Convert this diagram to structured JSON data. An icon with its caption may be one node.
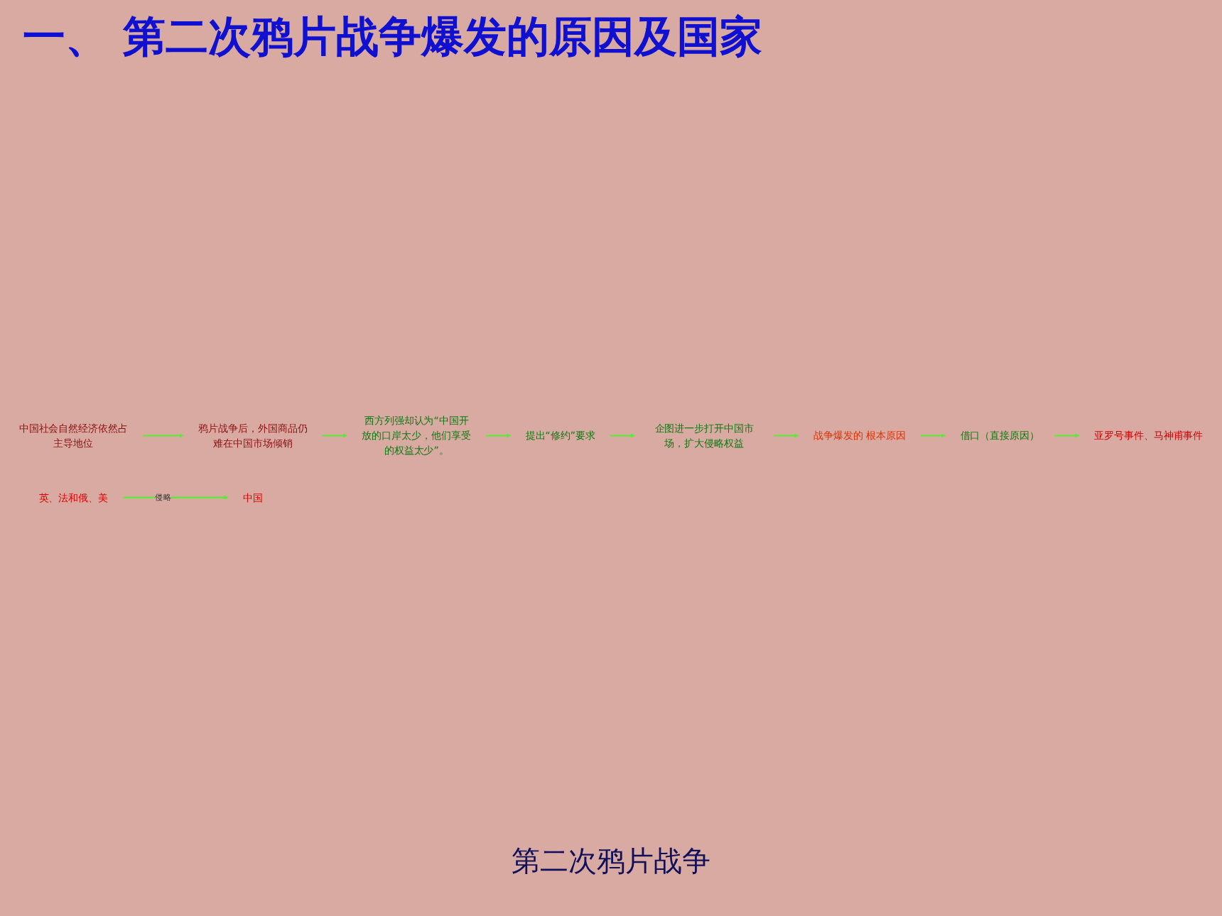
{
  "diagram": {
    "title": "一、 第二次鸦片战争爆发的原因及国家",
    "nodes": [
      {
        "text": [
          "鸦片战争后，外国商品仍难在中国市场倾销"
        ]
      },
      {
        "text": [
          "西方列强却认为“中国开放的口岸太少，他们享受的权益太少”。"
        ]
      },
      {
        "text": [
          "提出“修约”要求"
        ]
      },
      {
        "text": [
          "中国社会自然经济依然占主导地位"
        ]
      },
      {
        "text": [
          "企图进一步打开中国市场，扩大侵略权益"
        ]
      },
      {
        "text": [
          "战争爆发的 根本原因"
        ]
      },
      {
        "text": [
          "借口（直接原因）"
        ]
      },
      {
        "text": [
          "亚罗号事件、马神甫事件"
        ]
      },
      {
        "text": [
          "英、法和俄、美"
        ]
      },
      {
        "text": [
          "中国"
        ]
      }
    ],
    "edges": [
      {
        "from": 0,
        "to": 1,
        "arrow": "to"
      },
      {
        "from": 3,
        "to": 0,
        "arrow": "to"
      },
      {
        "from": 1,
        "to": 2,
        "arrow": "to"
      },
      {
        "from": 2,
        "to": 4,
        "arrow": "to"
      },
      {
        "from": 4,
        "to": 5,
        "arrow": "to"
      },
      {
        "from": 5,
        "to": 6,
        "arrow": "to"
      },
      {
        "from": 6,
        "to": 7,
        "arrow": "to"
      },
      {
        "from": 8,
        "to": 9,
        "arrow": "to",
        "label": "侵略"
      }
    ],
    "labels": [
      "第二次鸦片战争"
    ]
  }
}
